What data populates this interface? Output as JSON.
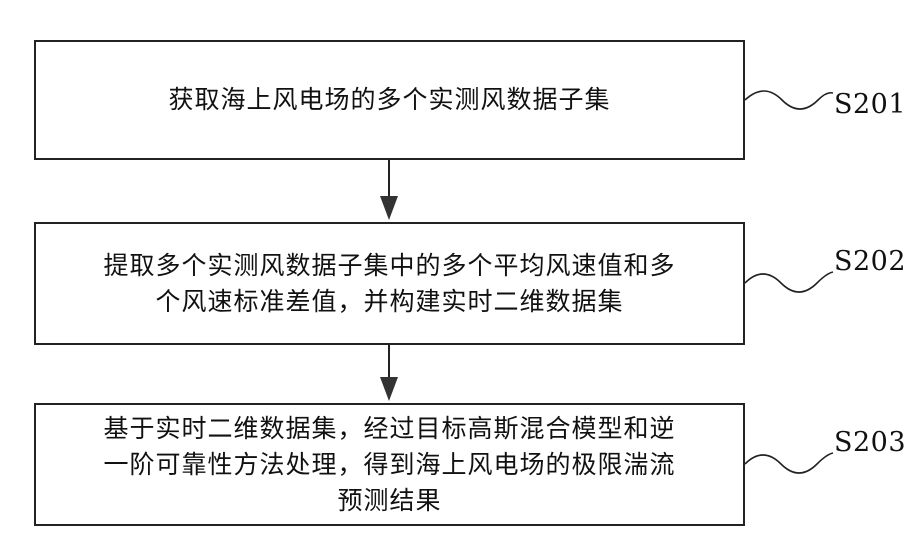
{
  "steps": [
    {
      "id": "S201",
      "lines": [
        "获取海上风电场的多个实测风数据子集"
      ]
    },
    {
      "id": "S202",
      "lines": [
        "提取多个实测风数据子集中的多个平均风速值和多",
        "个风速标准差值，并构建实时二维数据集"
      ]
    },
    {
      "id": "S203",
      "lines": [
        "基于实时二维数据集，经过目标高斯混合模型和逆",
        "一阶可靠性方法处理，得到海上风电场的极限湍流",
        "预测结果"
      ]
    }
  ],
  "colors": {
    "line": "#222222",
    "arrow": "#333333",
    "text": "#111111"
  }
}
